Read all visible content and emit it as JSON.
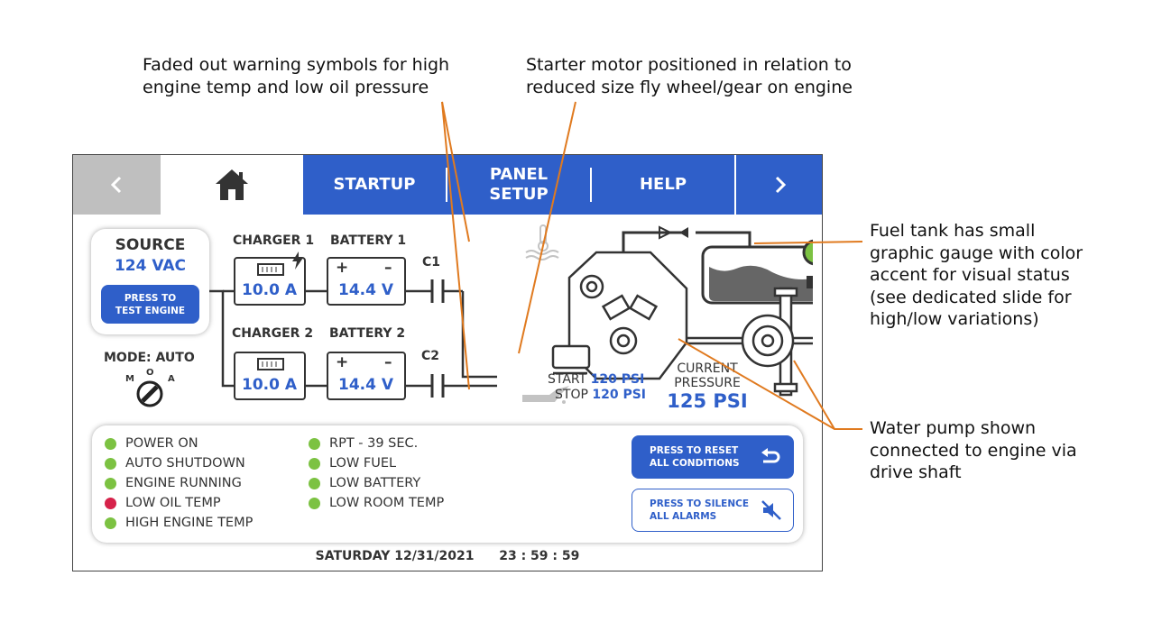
{
  "annotations": {
    "warning_symbols": [
      "Faded out warning symbols for high",
      "engine temp and low oil pressure"
    ],
    "starter_motor": [
      "Starter motor positioned in relation to",
      "reduced size fly wheel/gear on engine"
    ],
    "fuel_tank": [
      "Fuel tank has small",
      "graphic gauge with color",
      "accent for visual status",
      "(see dedicated slide for",
      "high/low variations)"
    ],
    "water_pump": [
      "Water pump shown",
      "connected to engine via",
      "drive shaft"
    ]
  },
  "nav": {
    "back_icon": "chevron-left-icon",
    "home_icon": "home-icon",
    "tabs": [
      {
        "label": "STARTUP"
      },
      {
        "label_lines": [
          "PANEL",
          "SETUP"
        ]
      },
      {
        "label": "HELP"
      }
    ],
    "forward_icon": "chevron-right-icon"
  },
  "source": {
    "title": "SOURCE",
    "value": "124 VAC",
    "test_button_lines": [
      "PRESS TO",
      "TEST ENGINE"
    ]
  },
  "mode": {
    "label": "MODE: AUTO",
    "positions": [
      "M",
      "O",
      "A"
    ]
  },
  "chargers": [
    {
      "label": "CHARGER 1",
      "value": "10.0 A"
    },
    {
      "label": "CHARGER 2",
      "value": "10.0 A"
    }
  ],
  "batteries": [
    {
      "label": "BATTERY 1",
      "value": "14.4 V",
      "plus": "+",
      "minus": "–"
    },
    {
      "label": "BATTERY 2",
      "value": "14.4 V",
      "plus": "+",
      "minus": "–"
    }
  ],
  "capacitors": [
    "C1",
    "C2"
  ],
  "pressure": {
    "start_label": "START",
    "start_value": "120 PSI",
    "stop_label": "STOP",
    "stop_value": "120 PSI",
    "current_label_lines": [
      "CURRENT",
      "PRESSURE"
    ],
    "current_value": "125 PSI"
  },
  "statuses_left": [
    {
      "label": "POWER ON",
      "state": "green"
    },
    {
      "label": "AUTO SHUTDOWN",
      "state": "green"
    },
    {
      "label": "ENGINE RUNNING",
      "state": "green"
    },
    {
      "label": "LOW OIL TEMP",
      "state": "red"
    },
    {
      "label": "HIGH ENGINE TEMP",
      "state": "green"
    }
  ],
  "statuses_right": [
    {
      "label": "RPT - 39 SEC.",
      "state": "green"
    },
    {
      "label": "LOW FUEL",
      "state": "green"
    },
    {
      "label": "LOW BATTERY",
      "state": "green"
    },
    {
      "label": "LOW ROOM TEMP",
      "state": "green"
    }
  ],
  "buttons": {
    "reset_lines": [
      "PRESS TO RESET",
      "ALL CONDITIONS"
    ],
    "reset_icon": "undo-icon",
    "silence_lines": [
      "PRESS TO SILENCE",
      "ALL ALARMS"
    ],
    "silence_icon": "mute-icon"
  },
  "footer": {
    "date": "SATURDAY 12/31/2021",
    "time": "23 : 59 : 59"
  },
  "colors": {
    "accent": "#2f5fc9",
    "ok": "#7cc242",
    "alarm": "#d6224a",
    "callout_line": "#e07a1f",
    "nav_inactive": "#bfbfbf"
  }
}
